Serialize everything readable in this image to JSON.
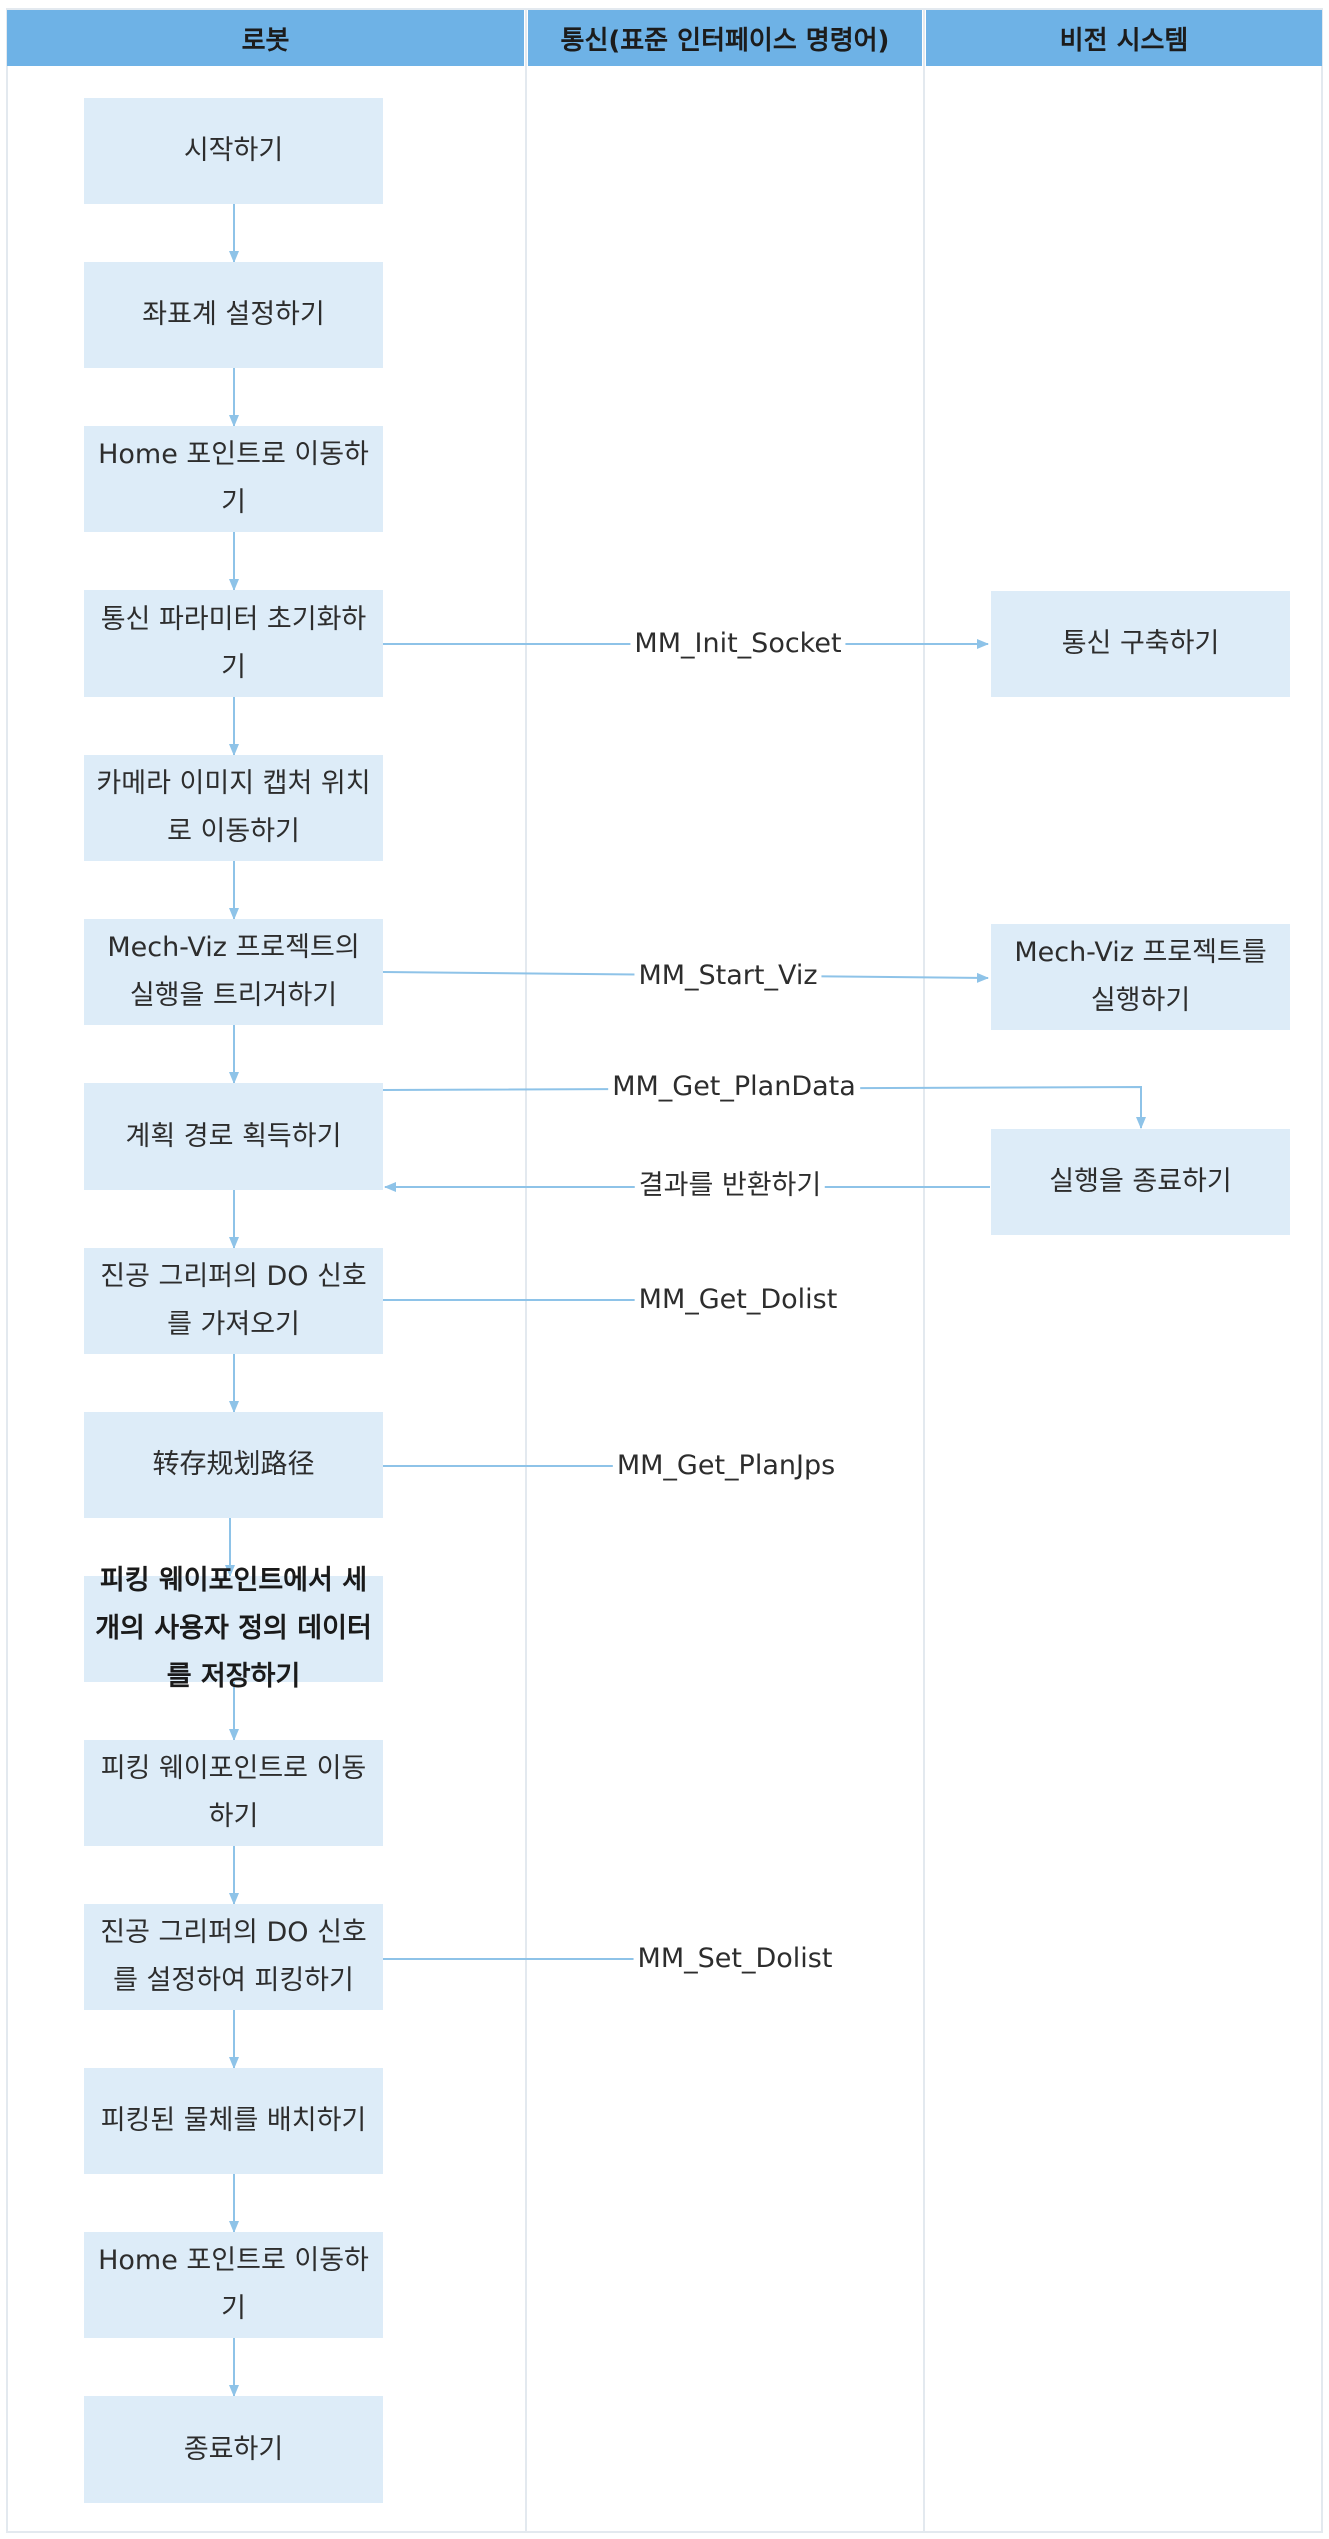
{
  "lanes": {
    "robot": "로봇",
    "communication": "통신(표준 인터페이스 명령어)",
    "vision": "비전 시스템"
  },
  "robot_steps": {
    "start": "시작하기",
    "set_coords": "좌표계 설정하기",
    "move_home_1": "Home 포인트로 이동하기",
    "init_comm": "통신 파라미터 초기화하기",
    "move_capture": "카메라 이미지 캡처 위치로 이동하기",
    "trigger_viz": "Mech-Viz 프로젝트의 실행을 트리거하기",
    "get_path": "계획 경로 획득하기",
    "get_do": "진공 그리퍼의 DO 신호를 가져오기",
    "store_path": "转存规划路径",
    "save_custom": "피킹 웨이포인트에서 세 개의 사용자 정의 데이터를 저장하기",
    "move_pick": "피킹 웨이포인트로 이동하기",
    "set_do_pick": "진공 그리퍼의 DO 신호를 설정하여 피킹하기",
    "place": "피킹된 물체를 배치하기",
    "move_home_2": "Home 포인트로 이동하기",
    "end": "종료하기"
  },
  "vision_steps": {
    "build_comm": "통신 구축하기",
    "run_viz": "Mech-Viz 프로젝트를 실행하기",
    "finish_run": "실행을 종료하기"
  },
  "commands": {
    "init_socket": "MM_Init_Socket",
    "start_viz": "MM_Start_Viz",
    "get_plan_data": "MM_Get_PlanData",
    "return_result": "결과를 반환하기",
    "get_dolist": "MM_Get_Dolist",
    "get_plan_jps": "MM_Get_PlanJps",
    "set_dolist": "MM_Set_Dolist"
  },
  "colors": {
    "header": "#6eb2e6",
    "box": "#ddecf8",
    "arrow": "#8ec3e8",
    "divider": "#e3e9ef"
  }
}
